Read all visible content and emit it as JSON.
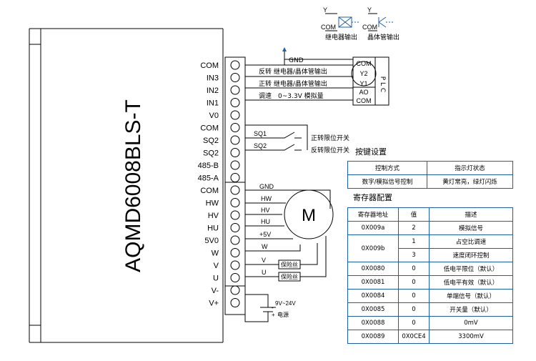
{
  "model": "AQMD6008BLS-T",
  "left_pins": [
    "COM",
    "IN3",
    "IN2",
    "IN1",
    "V0",
    "COM",
    "SQ2",
    "SQ2",
    "485-B",
    "485-A",
    "COM",
    "HW",
    "HV",
    "HU",
    "5V0",
    "W",
    "V",
    "U",
    "V-",
    "V+"
  ],
  "signals": {
    "gnd1": "GND",
    "in3": "反转 继电器/晶体管输出",
    "in2": "正转 继电器/晶体管输出",
    "in1": "调速　0~3.3V 模拟量",
    "sq1": "SQ1",
    "sq2": "SQ2",
    "sq1_desc": "正转限位开关",
    "sq2_desc": "反转限位开关",
    "gnd2": "GND",
    "hw": "HW",
    "hv": "HV",
    "hu": "HU",
    "p5v": "+5V",
    "w": "W",
    "v": "V",
    "u": "U",
    "fuse_v": "保险丝",
    "fuse_u": "保险丝",
    "motor": "M",
    "supply": "9V~24V",
    "supply_label": "电源",
    "supply_plus": "+",
    "supply_minus": "-"
  },
  "plc": {
    "label": "P L C",
    "pins": [
      "COM",
      "Y2",
      "Y1",
      "AO",
      "COM"
    ]
  },
  "outputs": {
    "y_left": "Y",
    "com_left": "COM",
    "relay_label": "继电器输出",
    "y_right": "Y",
    "com_right": "COM",
    "transistor_label": "晶体管输出"
  },
  "key_settings": {
    "title": "按键设置",
    "headers": [
      "控制方式",
      "指示灯状态"
    ],
    "row": [
      "数字/模拟信号控制",
      "黄灯常亮，绿灯闪烁"
    ]
  },
  "register_config": {
    "title": "寄存器配置",
    "headers": [
      "寄存器地址",
      "值",
      "描述"
    ],
    "rows": [
      {
        "addr": "0X009a",
        "val": "2",
        "desc": "模拟信号"
      },
      {
        "addr": "0X009b",
        "val": "1",
        "desc": "占空比调速"
      },
      {
        "addr": "",
        "val": "3",
        "desc": "速度闭环控制"
      },
      {
        "addr": "0X0080",
        "val": "0",
        "desc": "低电平限位（默认）"
      },
      {
        "addr": "0X0081",
        "val": "0",
        "desc": "低电平有效（默认）"
      },
      {
        "addr": "0X0084",
        "val": "0",
        "desc": "单端信号（默认）"
      },
      {
        "addr": "0X0085",
        "val": "0",
        "desc": "开关量（默认）"
      },
      {
        "addr": "0X0088",
        "val": "0",
        "desc": "0mV"
      },
      {
        "addr": "0X0089",
        "val": "0X0CE4",
        "desc": "3300mV"
      }
    ]
  }
}
